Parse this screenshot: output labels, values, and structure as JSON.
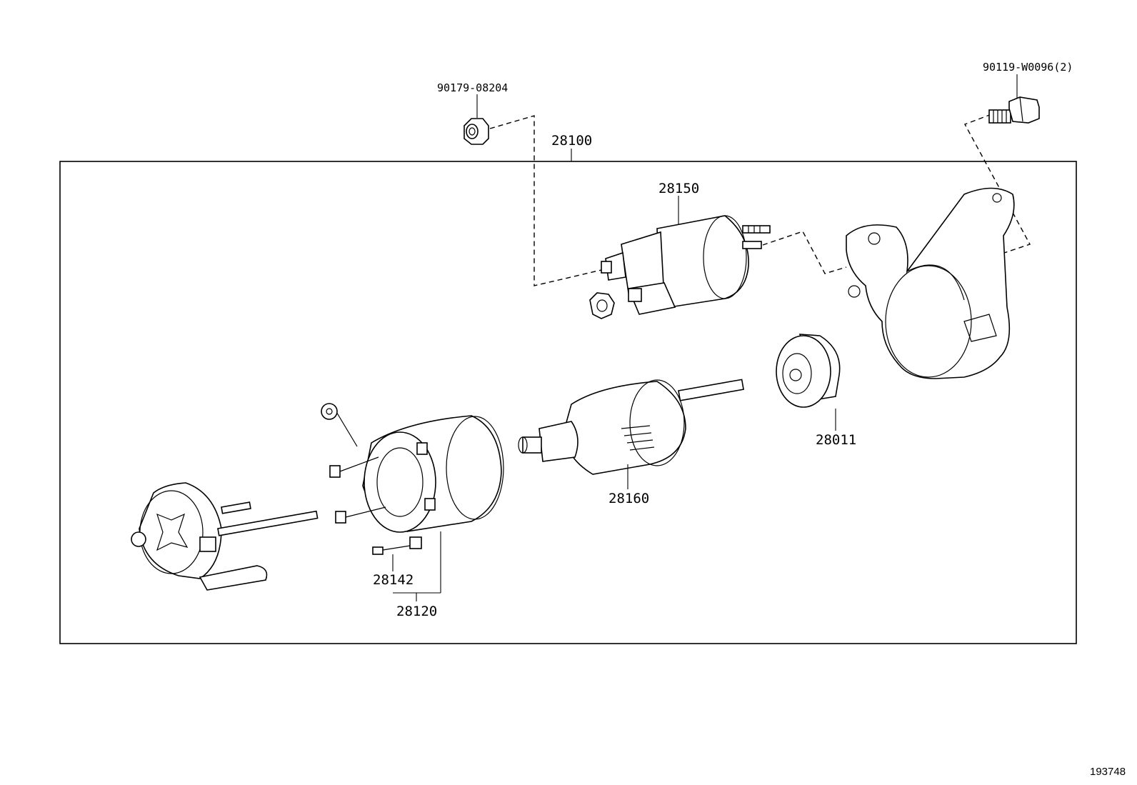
{
  "labels": {
    "nut_top": "90179-08204",
    "bolt_top": "90119-W0096(2)",
    "assembly": "28100",
    "solenoid": "28150",
    "clutch": "28011",
    "armature": "28160",
    "brush": "28142",
    "yoke": "28120"
  },
  "figure_ref": "193748"
}
